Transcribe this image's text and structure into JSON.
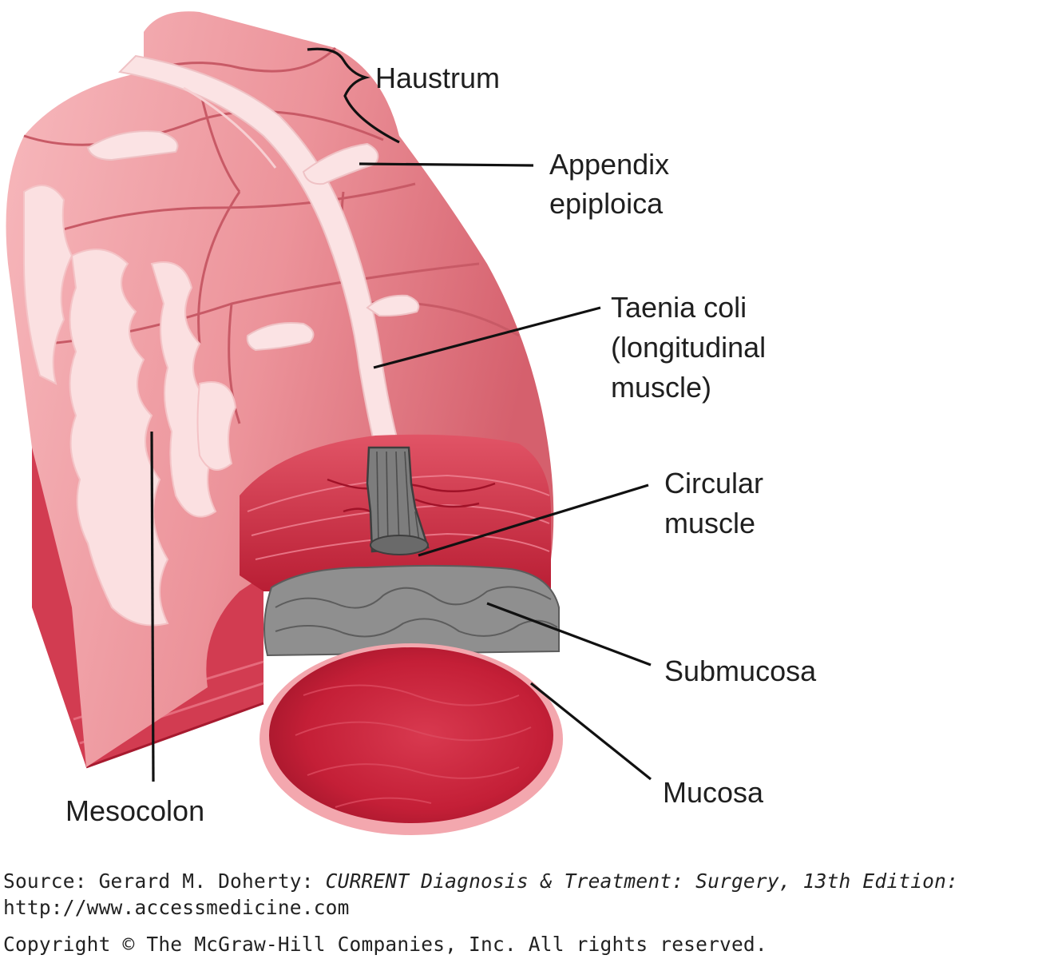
{
  "colors": {
    "outer_light": "#f1a6ab",
    "outer_mid": "#e6828b",
    "outer_dark": "#d0606b",
    "fat": "#fbdcdd",
    "muscle_red": "#c8283e",
    "mucosa": "#c21f37",
    "submucosa": "#8c8c8c"
  },
  "labels": {
    "haustrum": "Haustrum",
    "appendix_line1": "Appendix",
    "appendix_line2": "epiploica",
    "taenia_line1": "Taenia coli",
    "taenia_line2": "(longitudinal",
    "taenia_line3": "muscle)",
    "circular_line1": "Circular",
    "circular_line2": "muscle",
    "submucosa": "Submucosa",
    "mucosa": "Mucosa",
    "mesocolon": "Mesocolon"
  },
  "caption": {
    "source_prefix": "Source: Gerard M. Doherty: ",
    "source_title": "CURRENT Diagnosis & Treatment: Surgery, 13th Edition:",
    "url": "http://www.accessmedicine.com",
    "copyright": "Copyright © The McGraw-Hill Companies, Inc. All rights reserved."
  }
}
